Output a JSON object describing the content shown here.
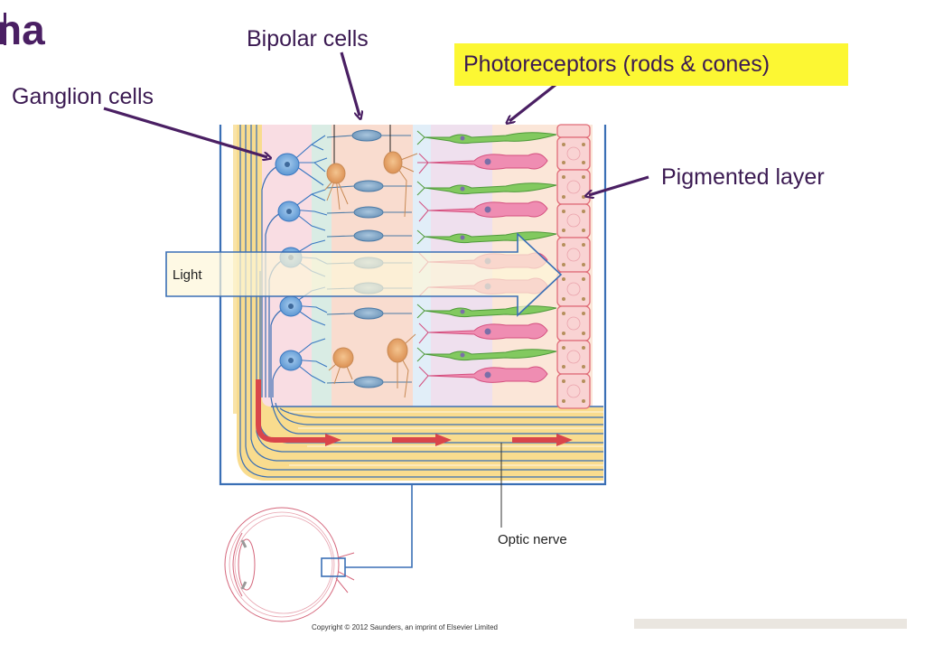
{
  "slide": {
    "title_fragment": "na",
    "labels": {
      "bipolar": "Bipolar cells",
      "ganglion": "Ganglion cells",
      "photoreceptors": "Photoreceptors (rods & cones)",
      "pigmented": "Pigmented layer"
    },
    "diagram": {
      "light_label": "Light",
      "optic_nerve_label": "Optic nerve",
      "copyright": "Copyright © 2012 Saunders, an imprint of Elsevier Limited"
    },
    "colors": {
      "label_text": "#3b1a52",
      "arrow": "#4a1f63",
      "highlight": "#fcf733",
      "frame": "#3a6fb5",
      "rod": "#7cc45a",
      "cone": "#e8739e",
      "ganglion": "#7fb3e3",
      "amacrine": "#e9a66b",
      "fiber": "#f7d98a",
      "signal_arrow": "#d9454a"
    }
  }
}
